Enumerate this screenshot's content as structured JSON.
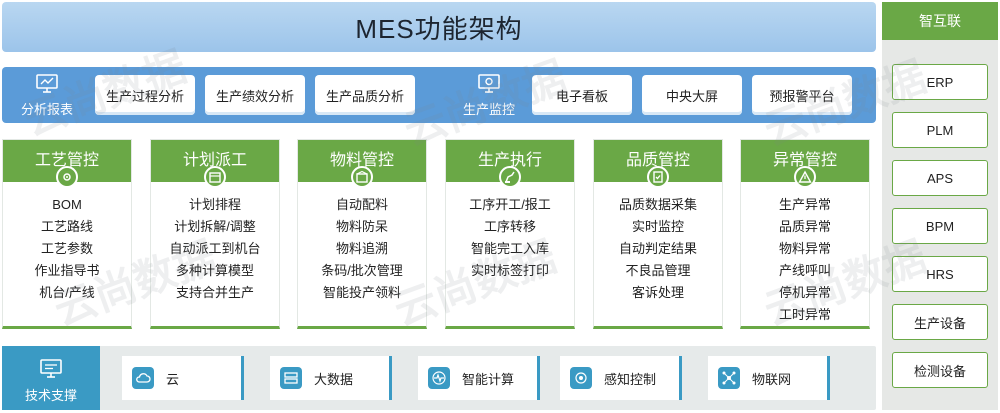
{
  "title": "MES功能架构",
  "watermark": "云尚数据",
  "analysis": {
    "left_label": "分析报表",
    "left_items": [
      "生产过程分析",
      "生产绩效分析",
      "生产品质分析"
    ],
    "right_label": "生产监控",
    "right_items": [
      "电子看板",
      "中央大屏",
      "预报警平台"
    ]
  },
  "modules": [
    {
      "title": "工艺管控",
      "items": [
        "BOM",
        "工艺路线",
        "工艺参数",
        "作业指导书",
        "机台/产线"
      ]
    },
    {
      "title": "计划派工",
      "items": [
        "计划排程",
        "计划拆解/调整",
        "自动派工到机台",
        "多种计算模型",
        "支持合并生产"
      ]
    },
    {
      "title": "物料管控",
      "items": [
        "自动配料",
        "物料防呆",
        "物料追溯",
        "条码/批次管理",
        "智能投产领料"
      ]
    },
    {
      "title": "生产执行",
      "items": [
        "工序开工/报工",
        "工序转移",
        "智能完工入库",
        "实时标签打印"
      ]
    },
    {
      "title": "品质管控",
      "items": [
        "品质数据采集",
        "实时监控",
        "自动判定结果",
        "不良品管理",
        "客诉处理"
      ]
    },
    {
      "title": "异常管控",
      "items": [
        "生产异常",
        "品质异常",
        "物料异常",
        "产线呼叫",
        "停机异常",
        "工时异常"
      ]
    }
  ],
  "tech": {
    "label": "技术支撑",
    "items": [
      "云",
      "大数据",
      "智能计算",
      "感知控制",
      "物联网"
    ]
  },
  "interconnect": {
    "title": "智互联",
    "items": [
      "ERP",
      "PLM",
      "APS",
      "BPM",
      "HRS",
      "生产设备",
      "检测设备"
    ]
  },
  "colors": {
    "title_bg": "#9cc4ea",
    "analysis_bg": "#5b9bd8",
    "module_green": "#6aa846",
    "tech_blue": "#3a9ac4",
    "panel_gray": "#e6e8e6"
  }
}
